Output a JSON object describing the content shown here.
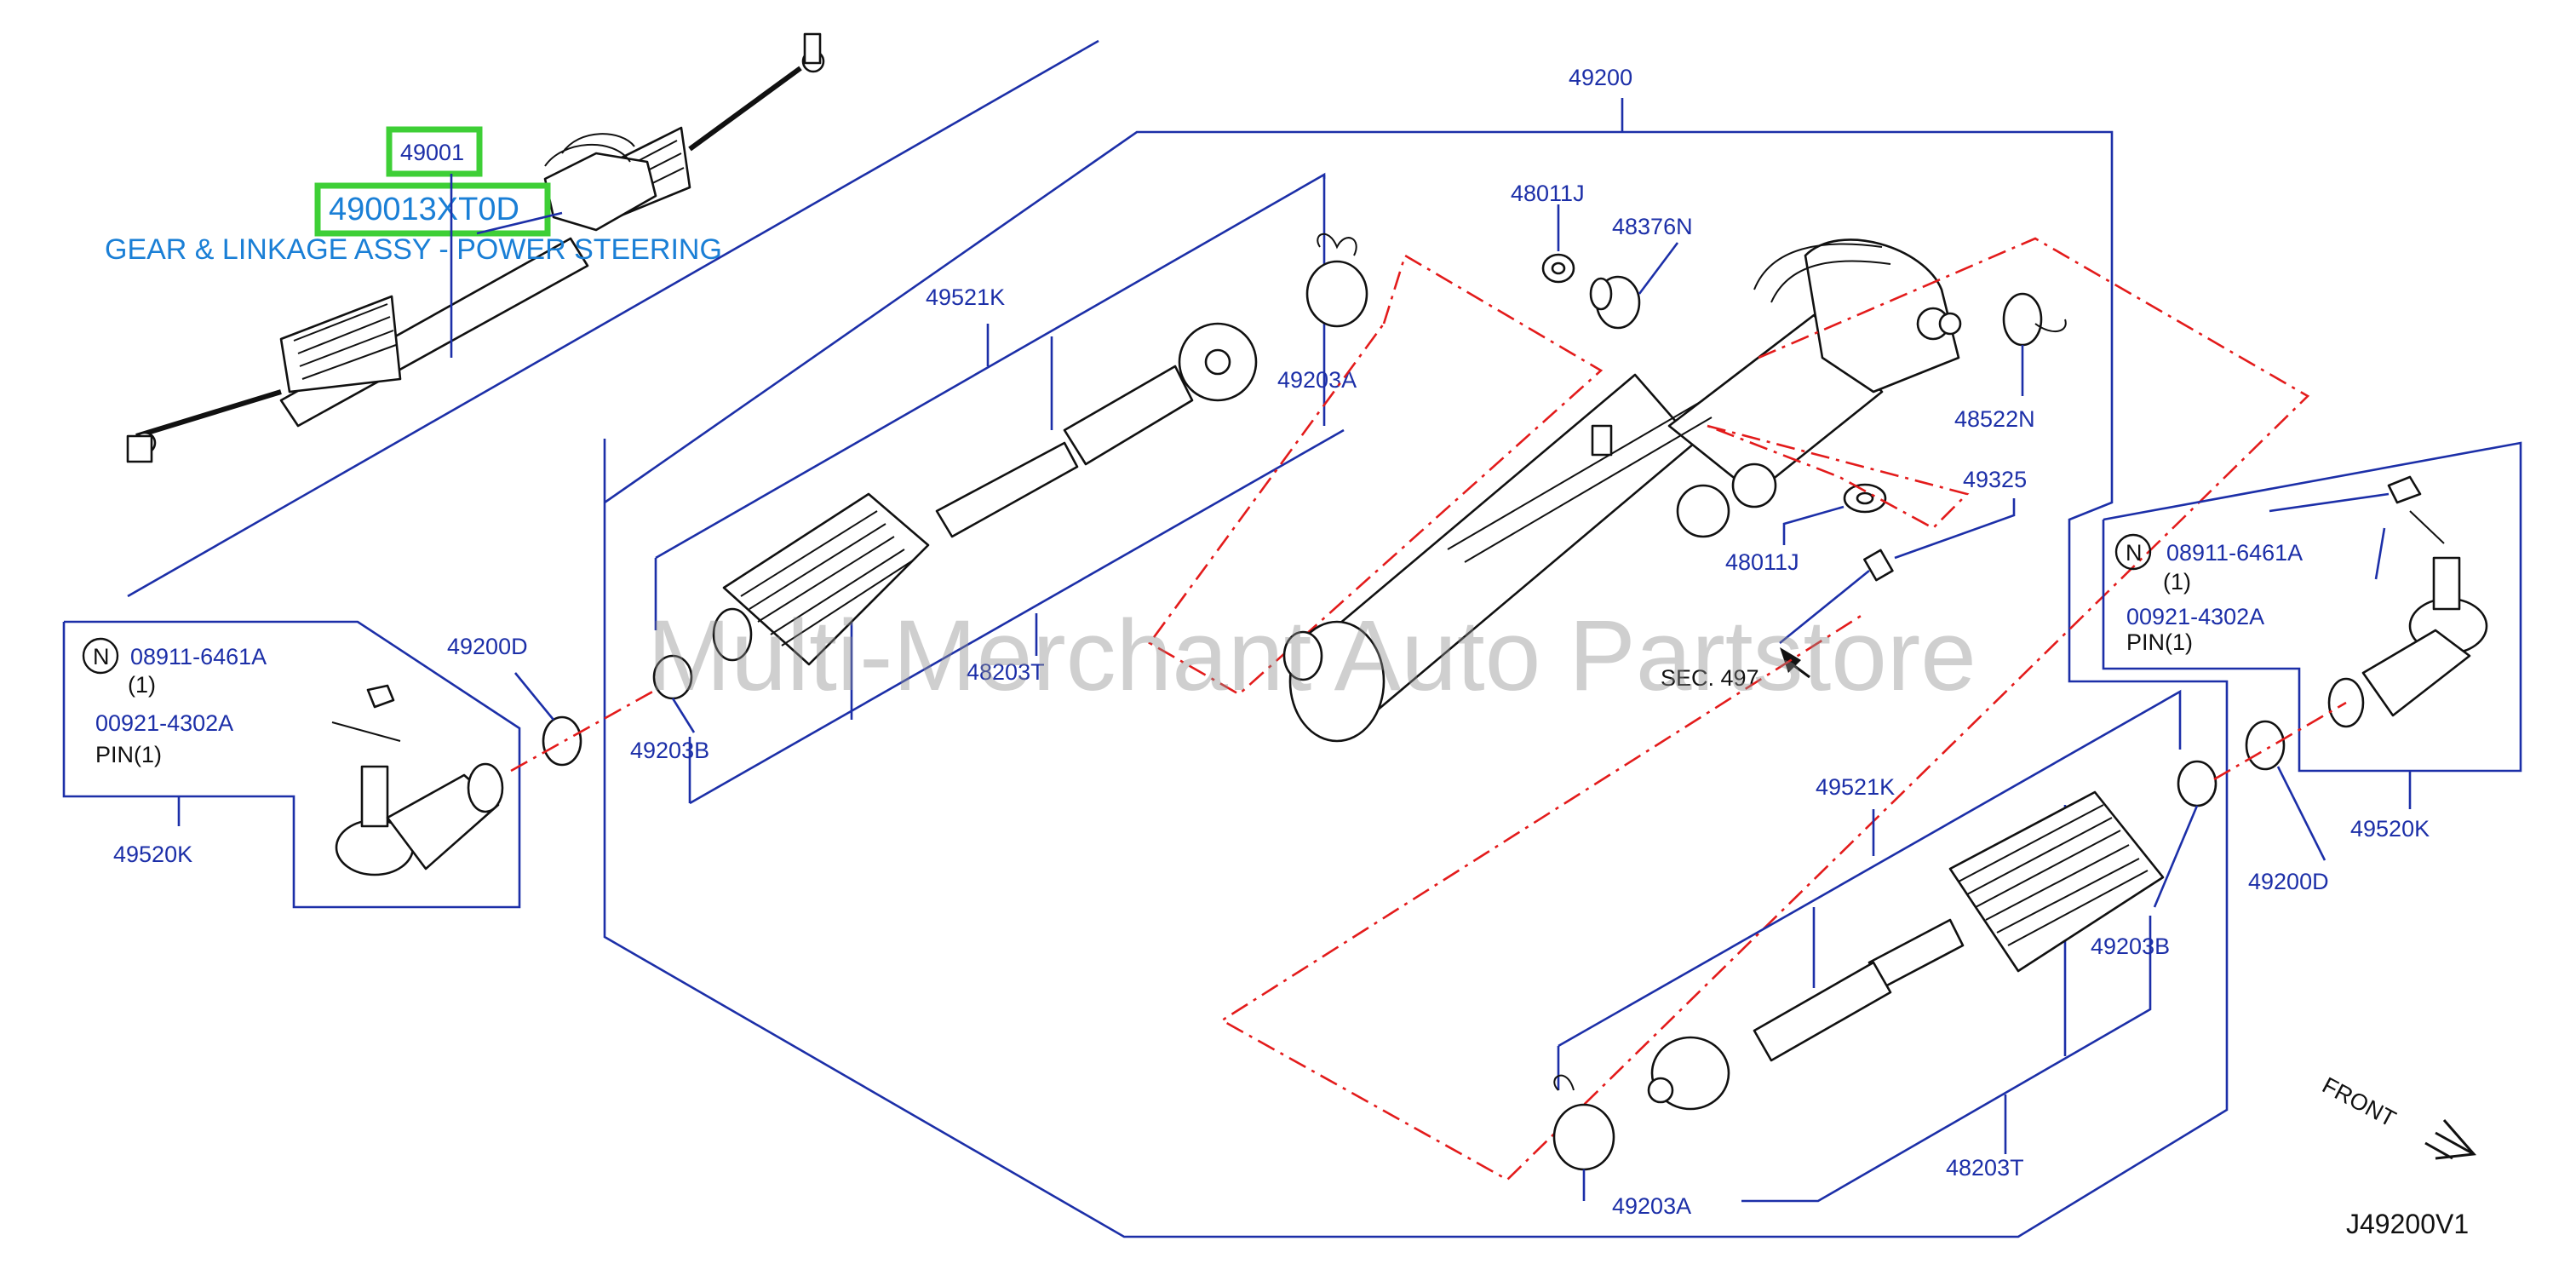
{
  "diagram": {
    "highlight": {
      "part_number": "49001",
      "assembly_code": "490013XT0D",
      "description": "GEAR & LINKAGE ASSY - POWER STEERING"
    },
    "parts": {
      "p49200": "49200",
      "p48011J_top": "48011J",
      "p48376N": "48376N",
      "p49521K_top": "49521K",
      "p49203A_top": "49203A",
      "p48522N": "48522N",
      "p49325": "49325",
      "p48011J_mid": "48011J",
      "p49200D_left": "49200D",
      "p48203T_top": "48203T",
      "p49203B_left": "49203B",
      "sec_ref": "SEC. 497",
      "p49521K_bottom": "49521K",
      "p49203B_right": "49203B",
      "p49200D_right": "49200D",
      "p48203T_bottom": "48203T",
      "p49203A_bottom": "49203A"
    },
    "left_detail": {
      "circle_mark": "N",
      "nut_part": "08911-6461A",
      "nut_qty": "(1)",
      "pin_part": "00921-4302A",
      "pin_qty": "PIN(1)",
      "tie_rod_end": "49520K"
    },
    "right_detail": {
      "circle_mark": "N",
      "nut_part": "08911-6461A",
      "nut_qty": "(1)",
      "pin_part": "00921-4302A",
      "pin_qty": "PIN(1)",
      "tie_rod_end": "49520K"
    },
    "front_label": "FRONT",
    "diagram_code": "J49200V1",
    "watermark": "Multi-Merchant Auto Partstore",
    "colors": {
      "label": "#1c2fa8",
      "highlight_text": "#1a7fd6",
      "highlight_box": "#3ecf36",
      "dash": "#e31b1b",
      "line": "#111111"
    }
  }
}
